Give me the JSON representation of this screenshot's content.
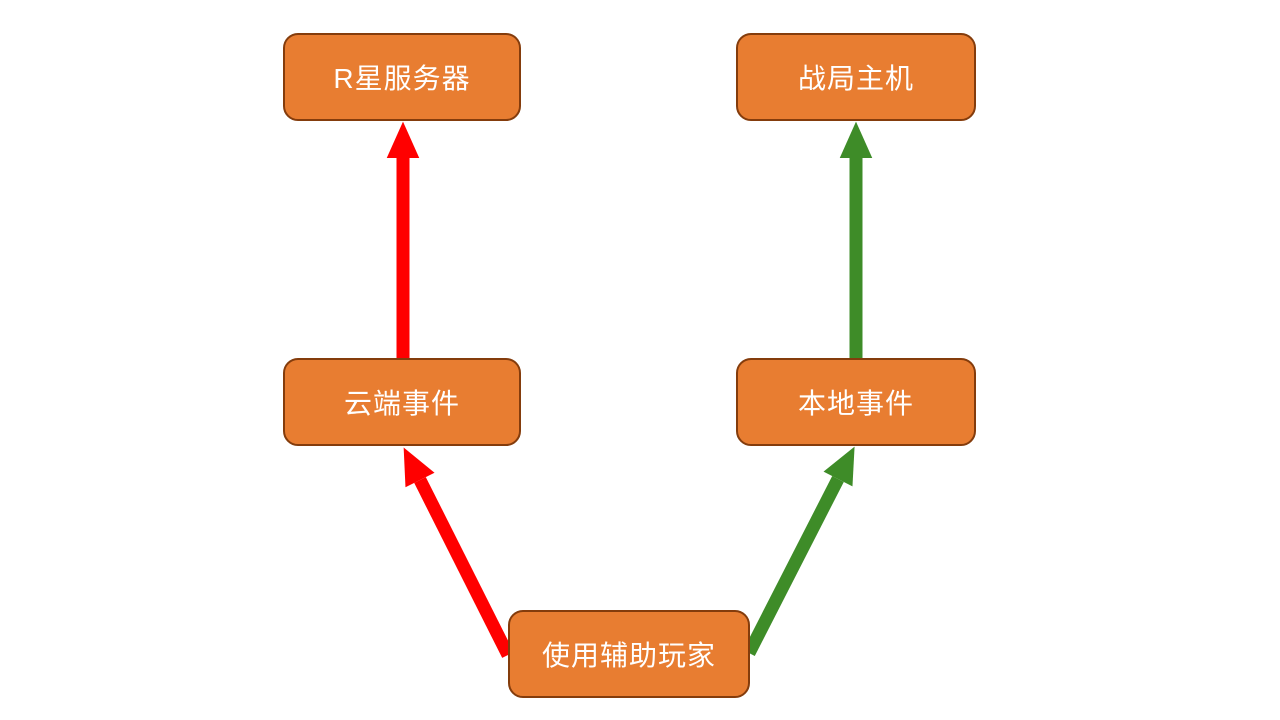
{
  "diagram": {
    "type": "flow-diagram",
    "nodes": [
      {
        "id": "rstar-server",
        "label": "R星服务器"
      },
      {
        "id": "session-host",
        "label": "战局主机"
      },
      {
        "id": "cloud-event",
        "label": "云端事件"
      },
      {
        "id": "local-event",
        "label": "本地事件"
      },
      {
        "id": "assist-player",
        "label": "使用辅助玩家"
      }
    ],
    "edges": [
      {
        "from": "assist-player",
        "to": "cloud-event",
        "color_name": "red"
      },
      {
        "from": "cloud-event",
        "to": "rstar-server",
        "color_name": "red"
      },
      {
        "from": "assist-player",
        "to": "local-event",
        "color_name": "green"
      },
      {
        "from": "local-event",
        "to": "session-host",
        "color_name": "green"
      }
    ],
    "colors": {
      "node_fill": "#E87D31",
      "node_border": "#843C0C",
      "node_text": "#FFFFFF",
      "red_arrow": "#FF0000",
      "green_arrow": "#3E8C28",
      "background": "#FFFFFF"
    }
  }
}
